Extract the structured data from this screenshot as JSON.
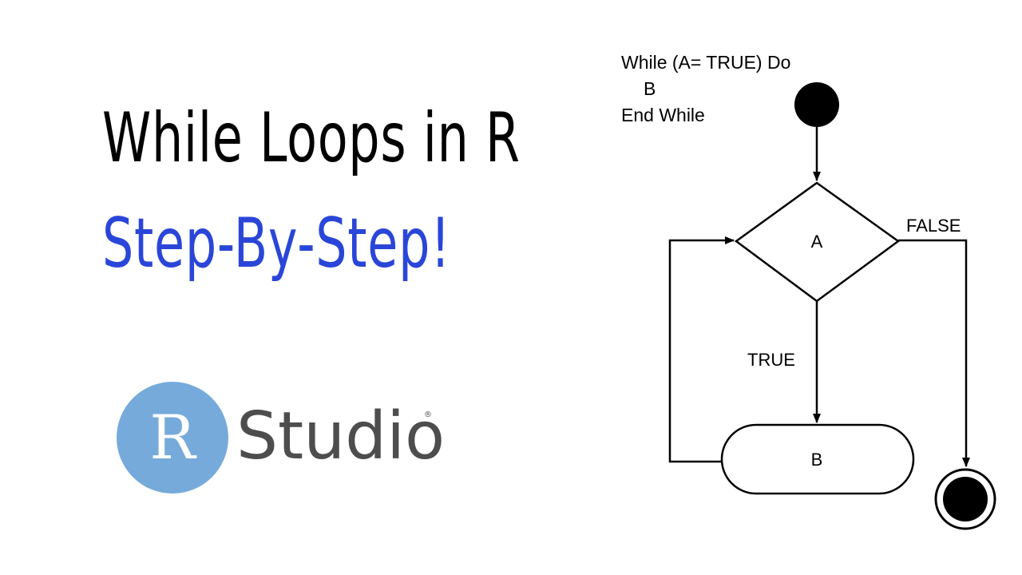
{
  "title": {
    "main": "While Loops in R",
    "sub": "Step-By-Step!",
    "sub_color": "#2a46d8"
  },
  "logo": {
    "letter": "R",
    "word": "Studio",
    "registered": "®",
    "circle_color": "#75aadb",
    "word_color": "#4d4d4d"
  },
  "pseudocode": {
    "line1": "While (A= TRUE) Do",
    "line2": "B",
    "line3": "End While"
  },
  "flowchart": {
    "decision_label": "A",
    "process_label": "B",
    "true_label": "TRUE",
    "false_label": "FALSE"
  }
}
